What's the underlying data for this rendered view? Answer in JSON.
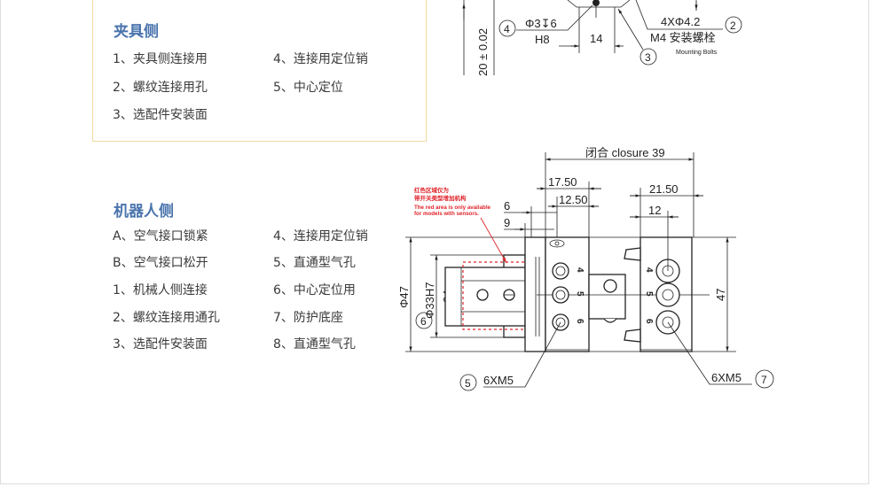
{
  "fixture_side": {
    "title": "夹具侧",
    "items": [
      "1、夹具侧连接用",
      "2、螺纹连接用孔",
      "3、选配件安装面",
      "4、连接用定位销",
      "5、中心定位"
    ]
  },
  "robot_side": {
    "title": "机器人侧",
    "items": [
      "A、空气接口锁紧",
      "B、空气接口松开",
      "1、机械人侧连接",
      "2、螺纹连接用通孔",
      "3、选配件安装面",
      "4、连接用定位销",
      "5、直通型气孔",
      "6、中心定位用",
      "7、防护底座",
      "8、直通型气孔"
    ]
  },
  "top_drawing": {
    "dim_vertical": "20 ± 0.02",
    "callout_4": "4",
    "pin_spec": "Φ3↧6",
    "pin_fit": "H8",
    "dim_14": "14",
    "callout_3": "3",
    "bolt_holes": "4XΦ4.2",
    "bolt_label": "M4 安装螺栓",
    "bolt_label_en": "Mounting Bolts",
    "callout_2": "2"
  },
  "bottom_drawing": {
    "closure": "闭合 closure 39",
    "dim_1750": "17.50",
    "dim_1250": "12.50",
    "dim_6": "6",
    "dim_9": "9",
    "dim_2150": "21.50",
    "dim_12": "12",
    "dia_47": "Φ47",
    "dia_33": "Φ33H7",
    "dim_24": "24",
    "dim_47": "47",
    "callout_6": "6",
    "callout_5": "5",
    "callout_7": "7",
    "thread_left": "6XM5",
    "thread_right": "6XM5",
    "port_labels": [
      "4",
      "5",
      "6"
    ],
    "red_note_cn_1": "红色区域仅为",
    "red_note_cn_2": "带开关类型增加机构",
    "red_note_en_1": "The red area is only available",
    "red_note_en_2": "for models with sensors.",
    "red_color": "#e0242a"
  }
}
